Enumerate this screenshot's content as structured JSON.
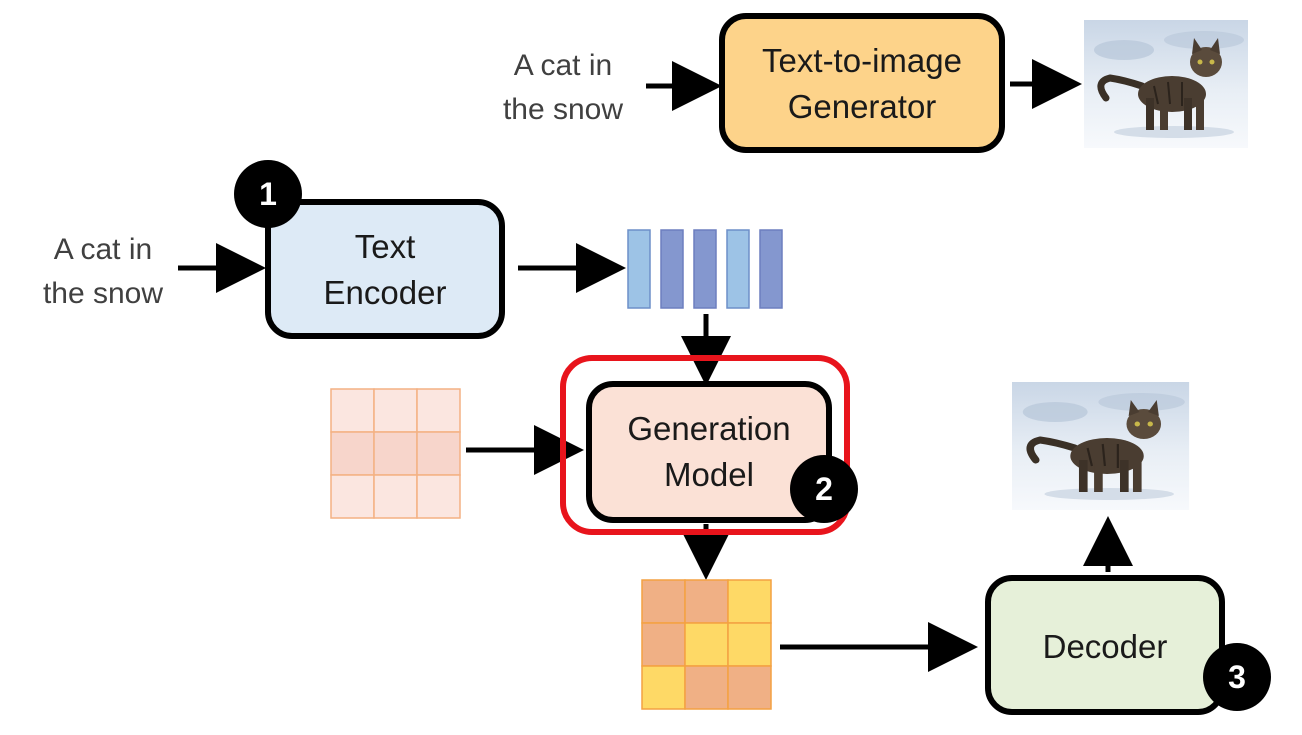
{
  "top_pipeline": {
    "input_text": [
      "A cat in",
      "the snow"
    ],
    "generator_label": [
      "Text-to-image",
      "Generator"
    ]
  },
  "lower_pipeline": {
    "input_text": [
      "A cat in",
      "the snow"
    ],
    "text_encoder_label": [
      "Text",
      "Encoder"
    ],
    "generation_model_label": [
      "Generation",
      "Model"
    ],
    "decoder_label": "Decoder",
    "step_badges": [
      "1",
      "2",
      "3"
    ]
  },
  "colors": {
    "generator_fill": "#fdd38a",
    "encoder_fill": "#ddeaf6",
    "generation_fill": "#fbe1d6",
    "decoder_fill": "#e6f0d9",
    "highlight": "#e8141c",
    "embedding_light": "#9dc3e6",
    "embedding_dark": "#8497cf",
    "noise_grid_fill": "#fbe6e0",
    "noise_grid_center": "#f7d5cb",
    "latent_orange": "#f0b085",
    "latent_yellow": "#fed966"
  },
  "icons": {
    "output_image": "cat-in-snow-photo"
  },
  "latent_grid_pattern": [
    [
      "orange",
      "orange",
      "yellow"
    ],
    [
      "orange",
      "yellow",
      "yellow"
    ],
    [
      "yellow",
      "orange",
      "orange"
    ]
  ]
}
